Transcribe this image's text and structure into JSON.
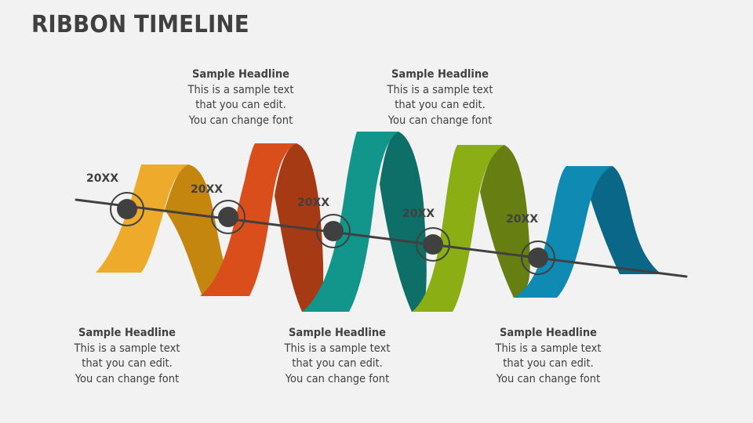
{
  "title": "RIBBON TIMELINE",
  "colors": {
    "background": "#f2f2f2",
    "text": "#404040",
    "line": "#404040",
    "ribbon_1_front": "#eeab2b",
    "ribbon_1_back": "#c4860f",
    "ribbon_2_front": "#da4e1c",
    "ribbon_2_back": "#a53a14",
    "ribbon_3_front": "#12958a",
    "ribbon_3_back": "#0d6f68",
    "ribbon_4_front": "#8bae14",
    "ribbon_4_back": "#677f12",
    "ribbon_5_front": "#0f8ab3",
    "ribbon_5_back": "#0b6788"
  },
  "milestones": [
    {
      "year": "20XX"
    },
    {
      "year": "20XX"
    },
    {
      "year": "20XX"
    },
    {
      "year": "20XX"
    },
    {
      "year": "20XX"
    }
  ],
  "text_blocks": {
    "top": [
      {
        "headline": "Sample Headline",
        "lines": [
          "This is a sample text",
          "that you can edit.",
          "You can change font"
        ]
      },
      {
        "headline": "Sample Headline",
        "lines": [
          "This is a sample text",
          "that you can edit.",
          "You can change font"
        ]
      }
    ],
    "bottom": [
      {
        "headline": "Sample Headline",
        "lines": [
          "This is a sample text",
          "that you can edit.",
          "You can change font"
        ]
      },
      {
        "headline": "Sample Headline",
        "lines": [
          "This is a sample text",
          "that you can edit.",
          "You can change font"
        ]
      },
      {
        "headline": "Sample Headline",
        "lines": [
          "This is a sample text",
          "that you can edit.",
          "You can change font"
        ]
      }
    ]
  }
}
